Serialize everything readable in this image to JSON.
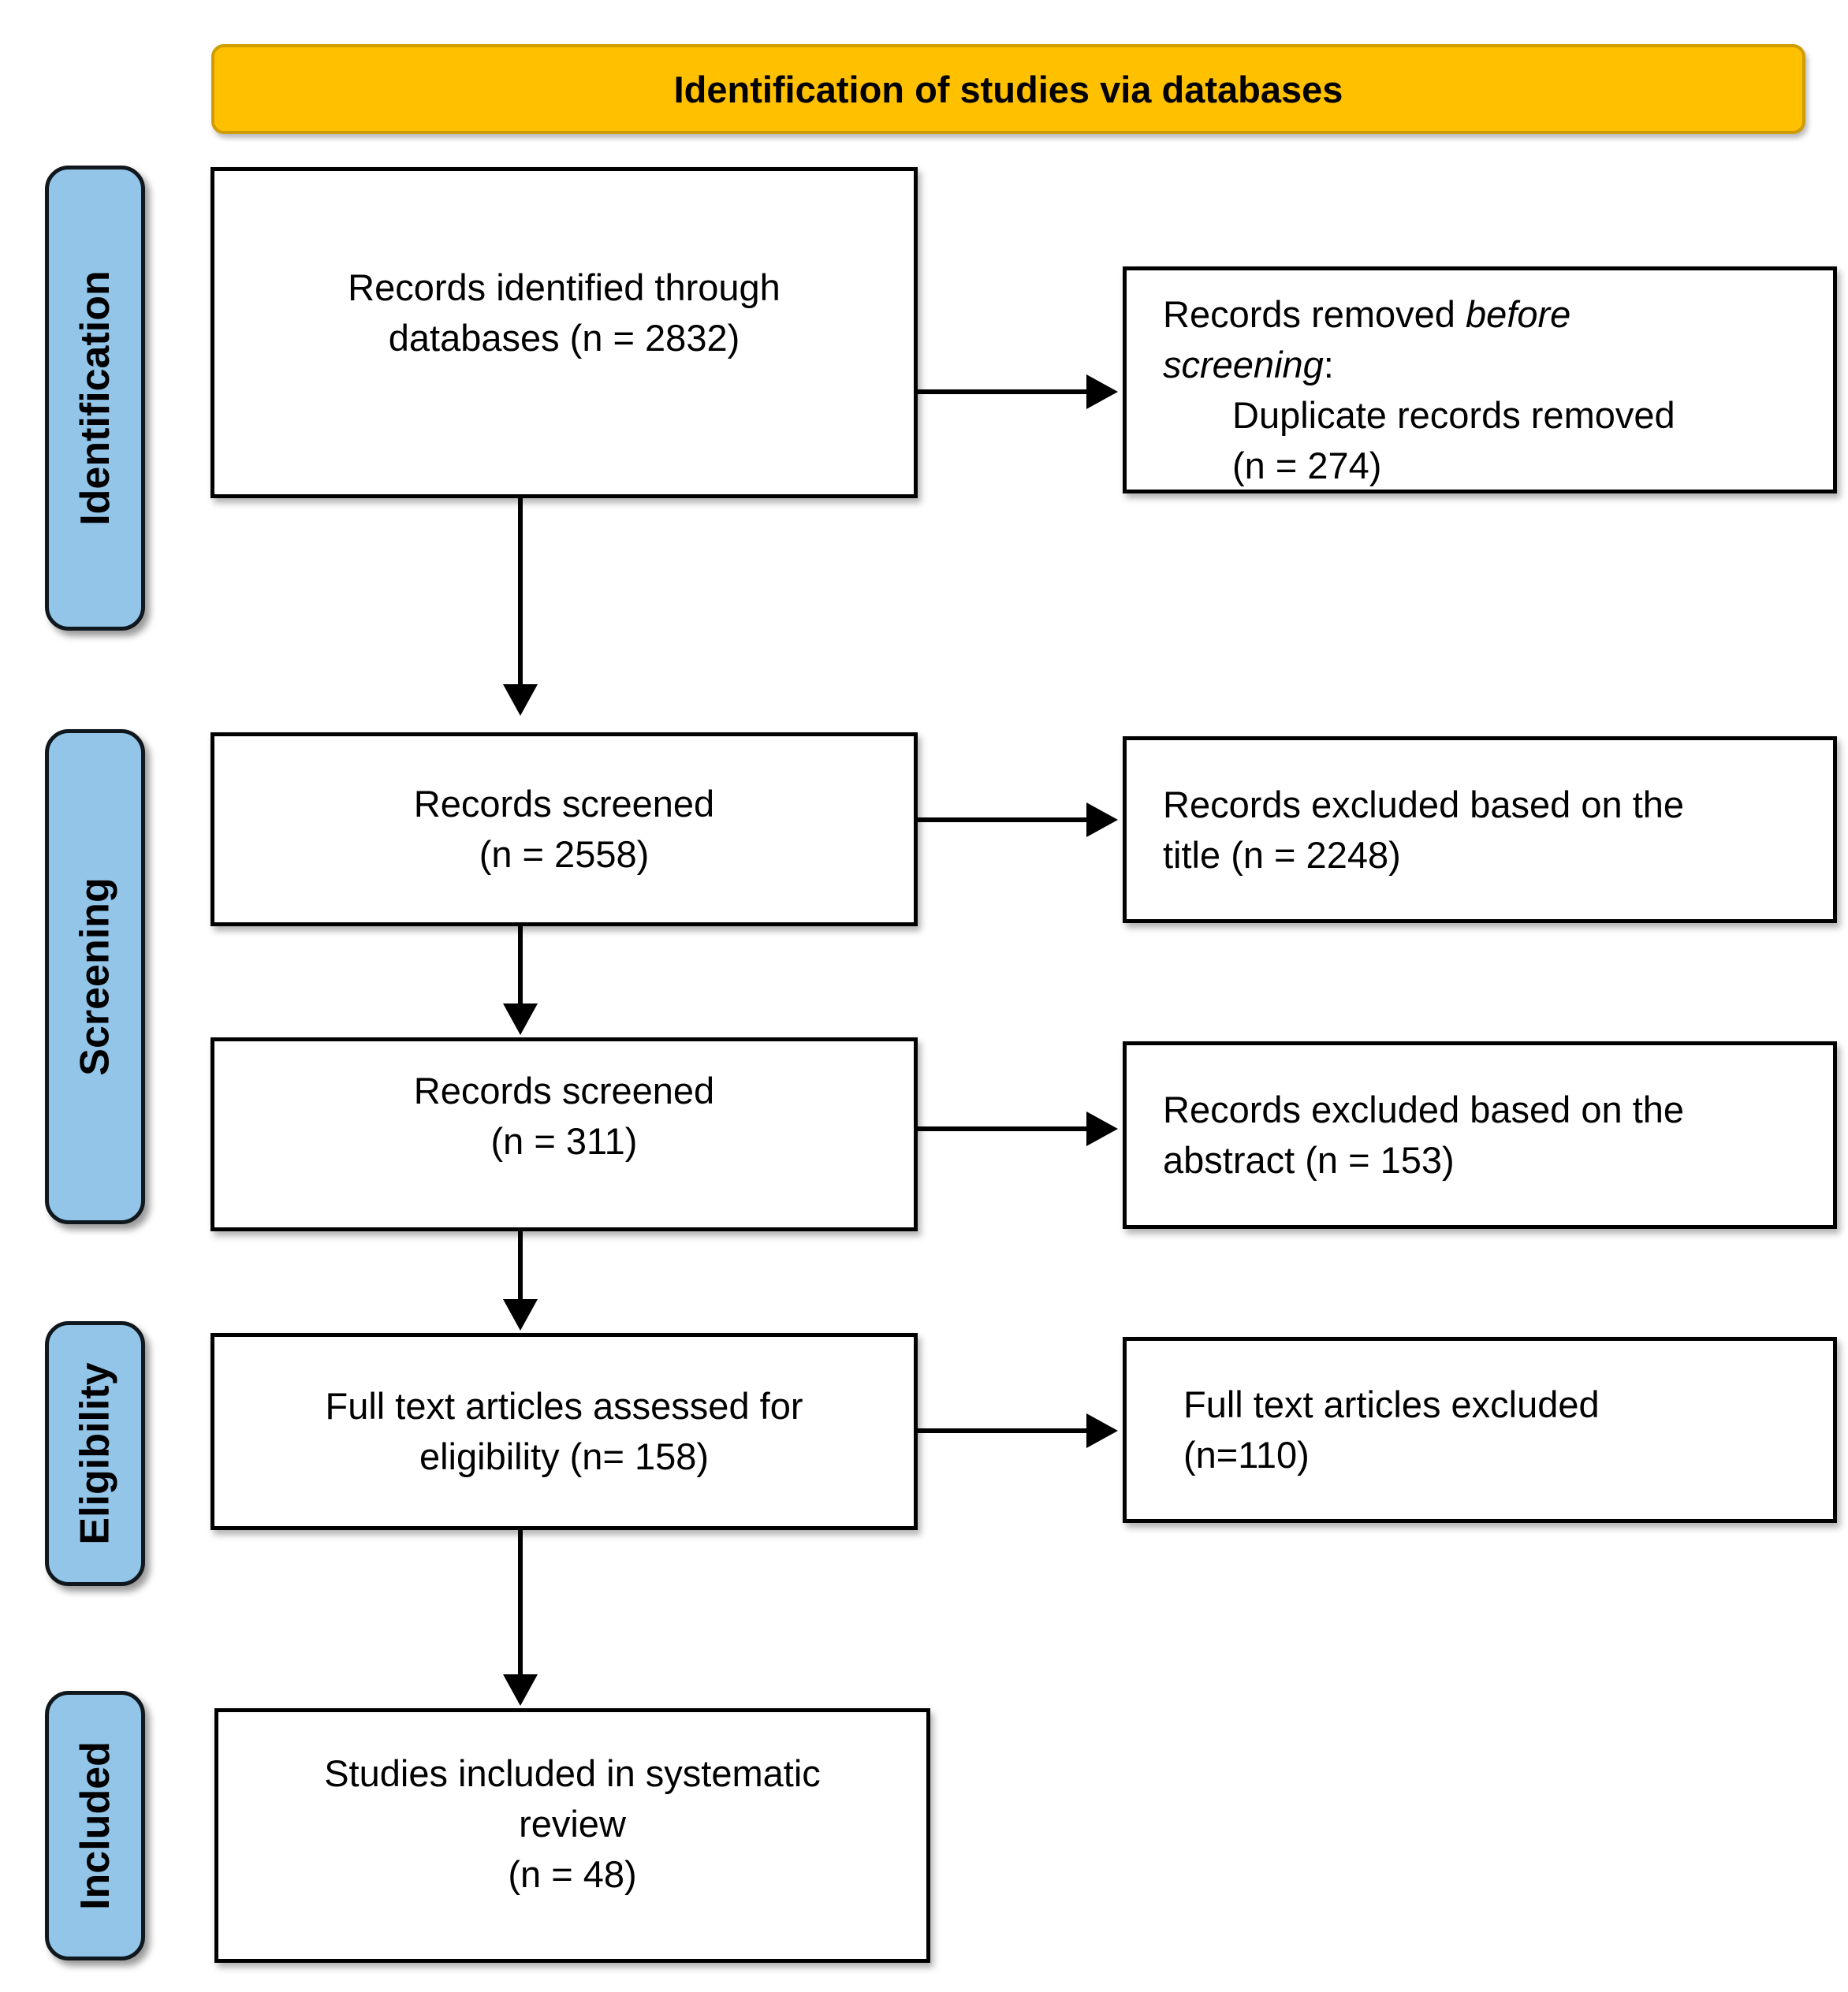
{
  "header": {
    "title": "Identification of studies via databases"
  },
  "stages": [
    {
      "label": "Identification"
    },
    {
      "label": "Screening"
    },
    {
      "label": "Eligibility"
    },
    {
      "label": "Included"
    }
  ],
  "boxes": {
    "identified": {
      "line1": "Records identified through",
      "line2": "databases (n = 2832)"
    },
    "removed": {
      "prefix": "Records removed ",
      "italic_line1": "before",
      "italic_line2": "screening",
      "colon": ":",
      "detail": "Duplicate records removed",
      "count": "(n = 274)"
    },
    "screened_title": {
      "line1": "Records screened",
      "line2": "(n = 2558)"
    },
    "excluded_title": {
      "line1": "Records excluded based on the",
      "line2": "title (n = 2248)"
    },
    "screened_abstract": {
      "line1": "Records screened",
      "line2": "(n = 311)"
    },
    "excluded_abstract": {
      "line1": "Records excluded based on the",
      "line2": "abstract (n = 153)"
    },
    "fulltext": {
      "line1": "Full text articles assessed for",
      "line2": "eligibility (n= 158)"
    },
    "fulltext_excluded": {
      "line1": "Full text articles excluded",
      "line2": "(n=110)"
    },
    "included": {
      "line1": "Studies included in systematic",
      "line2": "review",
      "line3": "(n = 48)"
    }
  },
  "colors": {
    "header_fill": "#FFC000",
    "header_border": "#D09C00",
    "stage_fill": "#92C5E8",
    "box_border": "#000000",
    "arrow": "#000000"
  }
}
